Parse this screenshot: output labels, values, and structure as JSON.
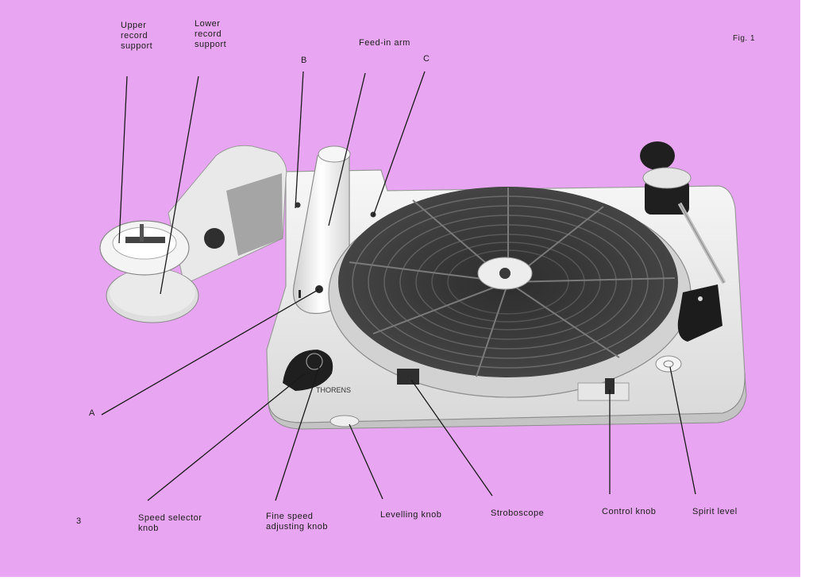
{
  "figure": {
    "fig_number": "Fig. 1",
    "page_number": "3",
    "brand_text": "THORENS"
  },
  "labels": {
    "upper_record_support": "Upper\nrecord\nsupport",
    "lower_record_support": "Lower\nrecord\nsupport",
    "feed_in_arm": "Feed-in arm",
    "b": "B",
    "c": "C",
    "a": "A",
    "speed_selector_knob": "Speed selector\nknob",
    "fine_speed_adjusting_knob": "Fine speed\nadjusting knob",
    "levelling_knob": "Levelling knob",
    "stroboscope": "Stroboscope",
    "control_knob": "Control knob",
    "spirit_level": "Spirit level"
  },
  "colors": {
    "background": "#e8a6f2",
    "platter": "#3a3a3a",
    "plinth": "#f2f2f2",
    "leader": "#1a1a1a"
  }
}
